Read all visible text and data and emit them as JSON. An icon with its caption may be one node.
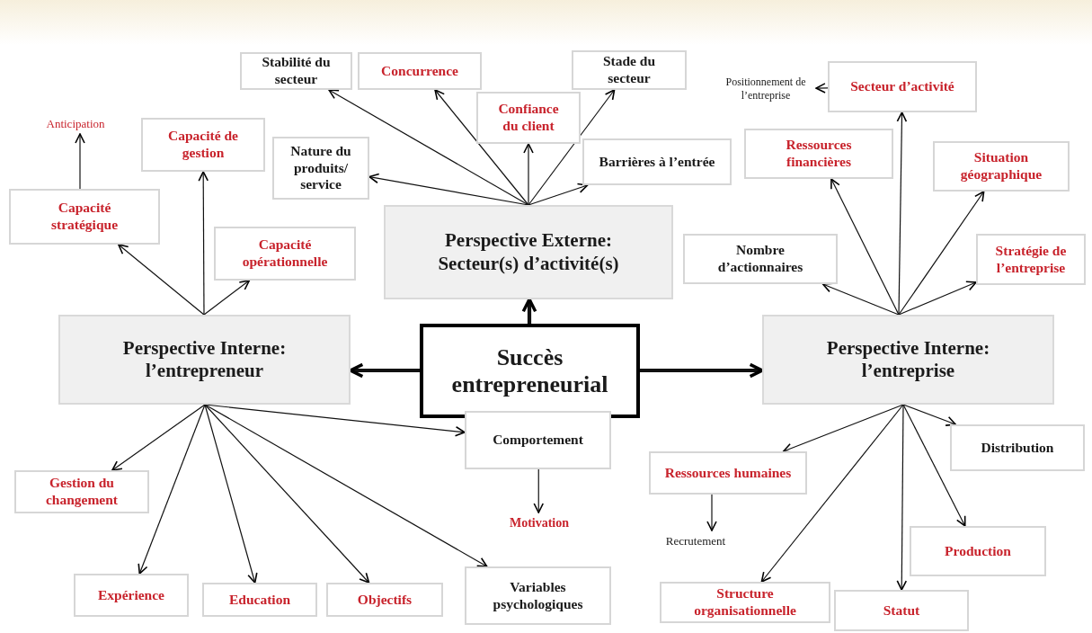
{
  "diagram": {
    "nodes": [
      {
        "text": [
          "Succès entrepreneurial"
        ]
      },
      {
        "text": [
          "Perspective Externe: Secteur(s) d’activité(s)"
        ]
      },
      {
        "text": [
          "Perspective Interne: l’entrepreneur"
        ]
      },
      {
        "text": [
          "Perspective Interne: l’entreprise"
        ]
      },
      {
        "text": [
          "Stabilité du secteur"
        ]
      },
      {
        "text": [
          "Concurrence"
        ]
      },
      {
        "text": [
          "Confiance du client"
        ]
      },
      {
        "text": [
          "Stade du secteur"
        ]
      },
      {
        "text": [
          "Nature du produits/ service"
        ]
      },
      {
        "text": [
          "Barrières à l’entrée"
        ]
      },
      {
        "text": [
          "Anticipation"
        ]
      },
      {
        "text": [
          "Capacité de gestion"
        ]
      },
      {
        "text": [
          "Capacité stratégique"
        ]
      },
      {
        "text": [
          "Capacité opérationnelle"
        ]
      },
      {
        "text": [
          "Positionnement de l’entreprise"
        ]
      },
      {
        "text": [
          "Secteur d’activité"
        ]
      },
      {
        "text": [
          "Ressources financières"
        ]
      },
      {
        "text": [
          "Situation géographique"
        ]
      },
      {
        "text": [
          "Nombre d’actionnaires"
        ]
      },
      {
        "text": [
          "Stratégie de l’entreprise"
        ]
      },
      {
        "text": [
          "Gestion du changement"
        ]
      },
      {
        "text": [
          "Expérience"
        ]
      },
      {
        "text": [
          "Education"
        ]
      },
      {
        "text": [
          "Objectifs"
        ]
      },
      {
        "text": [
          "Comportement"
        ]
      },
      {
        "text": [
          "Motivation"
        ]
      },
      {
        "text": [
          "Variables psychologiques"
        ]
      },
      {
        "text": [
          "Ressources humaines"
        ]
      },
      {
        "text": [
          "Recrutement"
        ]
      },
      {
        "text": [
          "Distribution"
        ]
      },
      {
        "text": [
          "Production"
        ]
      },
      {
        "text": [
          "Structure organisationnelle"
        ]
      },
      {
        "text": [
          "Statut"
        ]
      }
    ],
    "edges": [
      {
        "from": 0,
        "to": 1,
        "arrow": "to",
        "style": "thick"
      },
      {
        "from": 0,
        "to": 2,
        "arrow": "to",
        "style": "thick"
      },
      {
        "from": 0,
        "to": 3,
        "arrow": "to",
        "style": "thick"
      },
      {
        "from": 1,
        "to": 4,
        "arrow": "to"
      },
      {
        "from": 1,
        "to": 8,
        "arrow": "to"
      },
      {
        "from": 1,
        "to": 5,
        "arrow": "to"
      },
      {
        "from": 1,
        "to": 6,
        "arrow": "to"
      },
      {
        "from": 1,
        "to": 7,
        "arrow": "to"
      },
      {
        "from": 1,
        "to": 9,
        "arrow": "to"
      },
      {
        "from": 2,
        "to": 12,
        "arrow": "to"
      },
      {
        "from": 2,
        "to": 11,
        "arrow": "to"
      },
      {
        "from": 2,
        "to": 13,
        "arrow": "to"
      },
      {
        "from": 12,
        "to": 10,
        "arrow": "to"
      },
      {
        "from": 3,
        "to": 18,
        "arrow": "to"
      },
      {
        "from": 3,
        "to": 16,
        "arrow": "to"
      },
      {
        "from": 3,
        "to": 15,
        "arrow": "to"
      },
      {
        "from": 3,
        "to": 17,
        "arrow": "to"
      },
      {
        "from": 3,
        "to": 19,
        "arrow": "to"
      },
      {
        "from": 15,
        "to": 14,
        "arrow": "to"
      },
      {
        "from": 2,
        "to": 20,
        "arrow": "to"
      },
      {
        "from": 2,
        "to": 21,
        "arrow": "to"
      },
      {
        "from": 2,
        "to": 22,
        "arrow": "to"
      },
      {
        "from": 2,
        "to": 23,
        "arrow": "to"
      },
      {
        "from": 2,
        "to": 26,
        "arrow": "to"
      },
      {
        "from": 2,
        "to": 24,
        "arrow": "to"
      },
      {
        "from": 24,
        "to": 25,
        "arrow": "to"
      },
      {
        "from": 3,
        "to": 27,
        "arrow": "to"
      },
      {
        "from": 3,
        "to": 31,
        "arrow": "to"
      },
      {
        "from": 3,
        "to": 32,
        "arrow": "to"
      },
      {
        "from": 3,
        "to": 30,
        "arrow": "to"
      },
      {
        "from": 3,
        "to": 29,
        "arrow": "to"
      },
      {
        "from": 27,
        "to": 28,
        "arrow": "to"
      }
    ]
  }
}
